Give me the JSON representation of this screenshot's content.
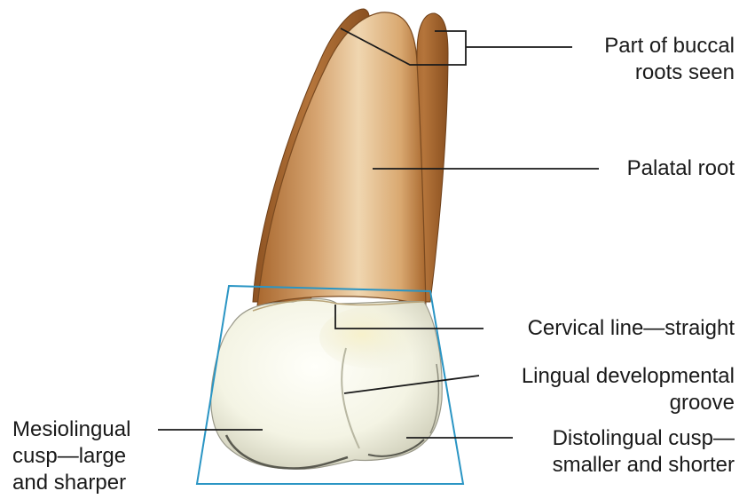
{
  "labels": {
    "buccal_roots": [
      "Part of buccal",
      "roots seen"
    ],
    "palatal_root": "Palatal root",
    "cervical_line": "Cervical line—straight",
    "lingual_groove": [
      "Lingual developmental",
      "groove"
    ],
    "distolingual_cusp": [
      "Distolingual cusp—",
      "smaller and shorter"
    ],
    "mesiolingual_cusp": [
      "Mesiolingual",
      "cusp—large",
      "and sharper"
    ]
  },
  "colors": {
    "root_dark": "#9c5f2a",
    "root_mid": "#c89260",
    "root_light": "#ecd0a8",
    "crown_light": "#fbfbf2",
    "crown_shade": "#d6d5c2",
    "outline_box": "#2a95c4",
    "leader_line": "#1a1a1a"
  }
}
